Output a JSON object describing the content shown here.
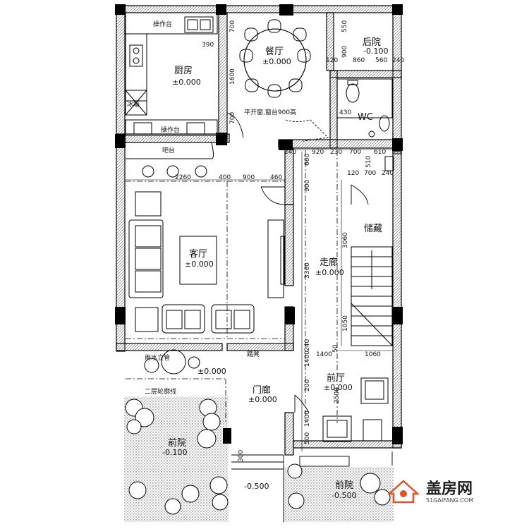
{
  "rooms": {
    "kitchen": {
      "name": "厨房",
      "level": "±0.000"
    },
    "dining": {
      "name": "餐厅",
      "level": "±0.000"
    },
    "backyard": {
      "name": "后院",
      "level": "-0.100"
    },
    "wc": {
      "name": "WC"
    },
    "living": {
      "name": "客厅",
      "level": "±0.000"
    },
    "corridor": {
      "name": "走廊",
      "level": "±0.000"
    },
    "storage": {
      "name": "储藏"
    },
    "foyer": {
      "name": "前厅",
      "level": "±0.000"
    },
    "porch": {
      "name": "门廊",
      "level": "±0.000"
    },
    "frontyard_left": {
      "name": "前院",
      "level": "-0.100"
    },
    "frontyard_right": {
      "name": "前院",
      "level": "-0.500"
    }
  },
  "annotations": {
    "counter_top": "操作台",
    "counter_bottom": "操作台",
    "fridge": "冰箱",
    "bar": "吧台",
    "window_note": "平开窗,窗台900高",
    "rain_pipe": "雨水立管",
    "upper_outline": "二层轮廓线",
    "porch_level": "±0.000",
    "step_level": "-0.500",
    "bench": "踏凳"
  },
  "dimensions": {
    "d390": "390",
    "d700a": "700",
    "d1600": "1600",
    "d700b": "700",
    "d550": "550",
    "d900a": "900",
    "d120a": "120",
    "d860": "860",
    "d560": "560",
    "d240a": "240",
    "d430": "430",
    "d240b": "240",
    "d920": "920",
    "d230": "230",
    "d700c": "700",
    "d610": "610",
    "d660": "660",
    "d510": "510",
    "d120b": "120",
    "d700d": "700",
    "d240c": "240",
    "d2260": "2260",
    "d400": "400",
    "d900b": "900",
    "d460": "460",
    "d900c": "900",
    "d3060": "3060",
    "d3360": "3360",
    "d1050": "1050",
    "d240d": "240",
    "d1400a": "1400",
    "d1060": "1060",
    "d1400b": "1400",
    "d50a": "50",
    "d200": "200",
    "d2500": "2500",
    "d1400c": "1400",
    "d500": "500",
    "d300": "300"
  },
  "watermark": {
    "name": "盖房网",
    "url": "51GAIFANG.COM",
    "brand_color": "#e8502a"
  }
}
